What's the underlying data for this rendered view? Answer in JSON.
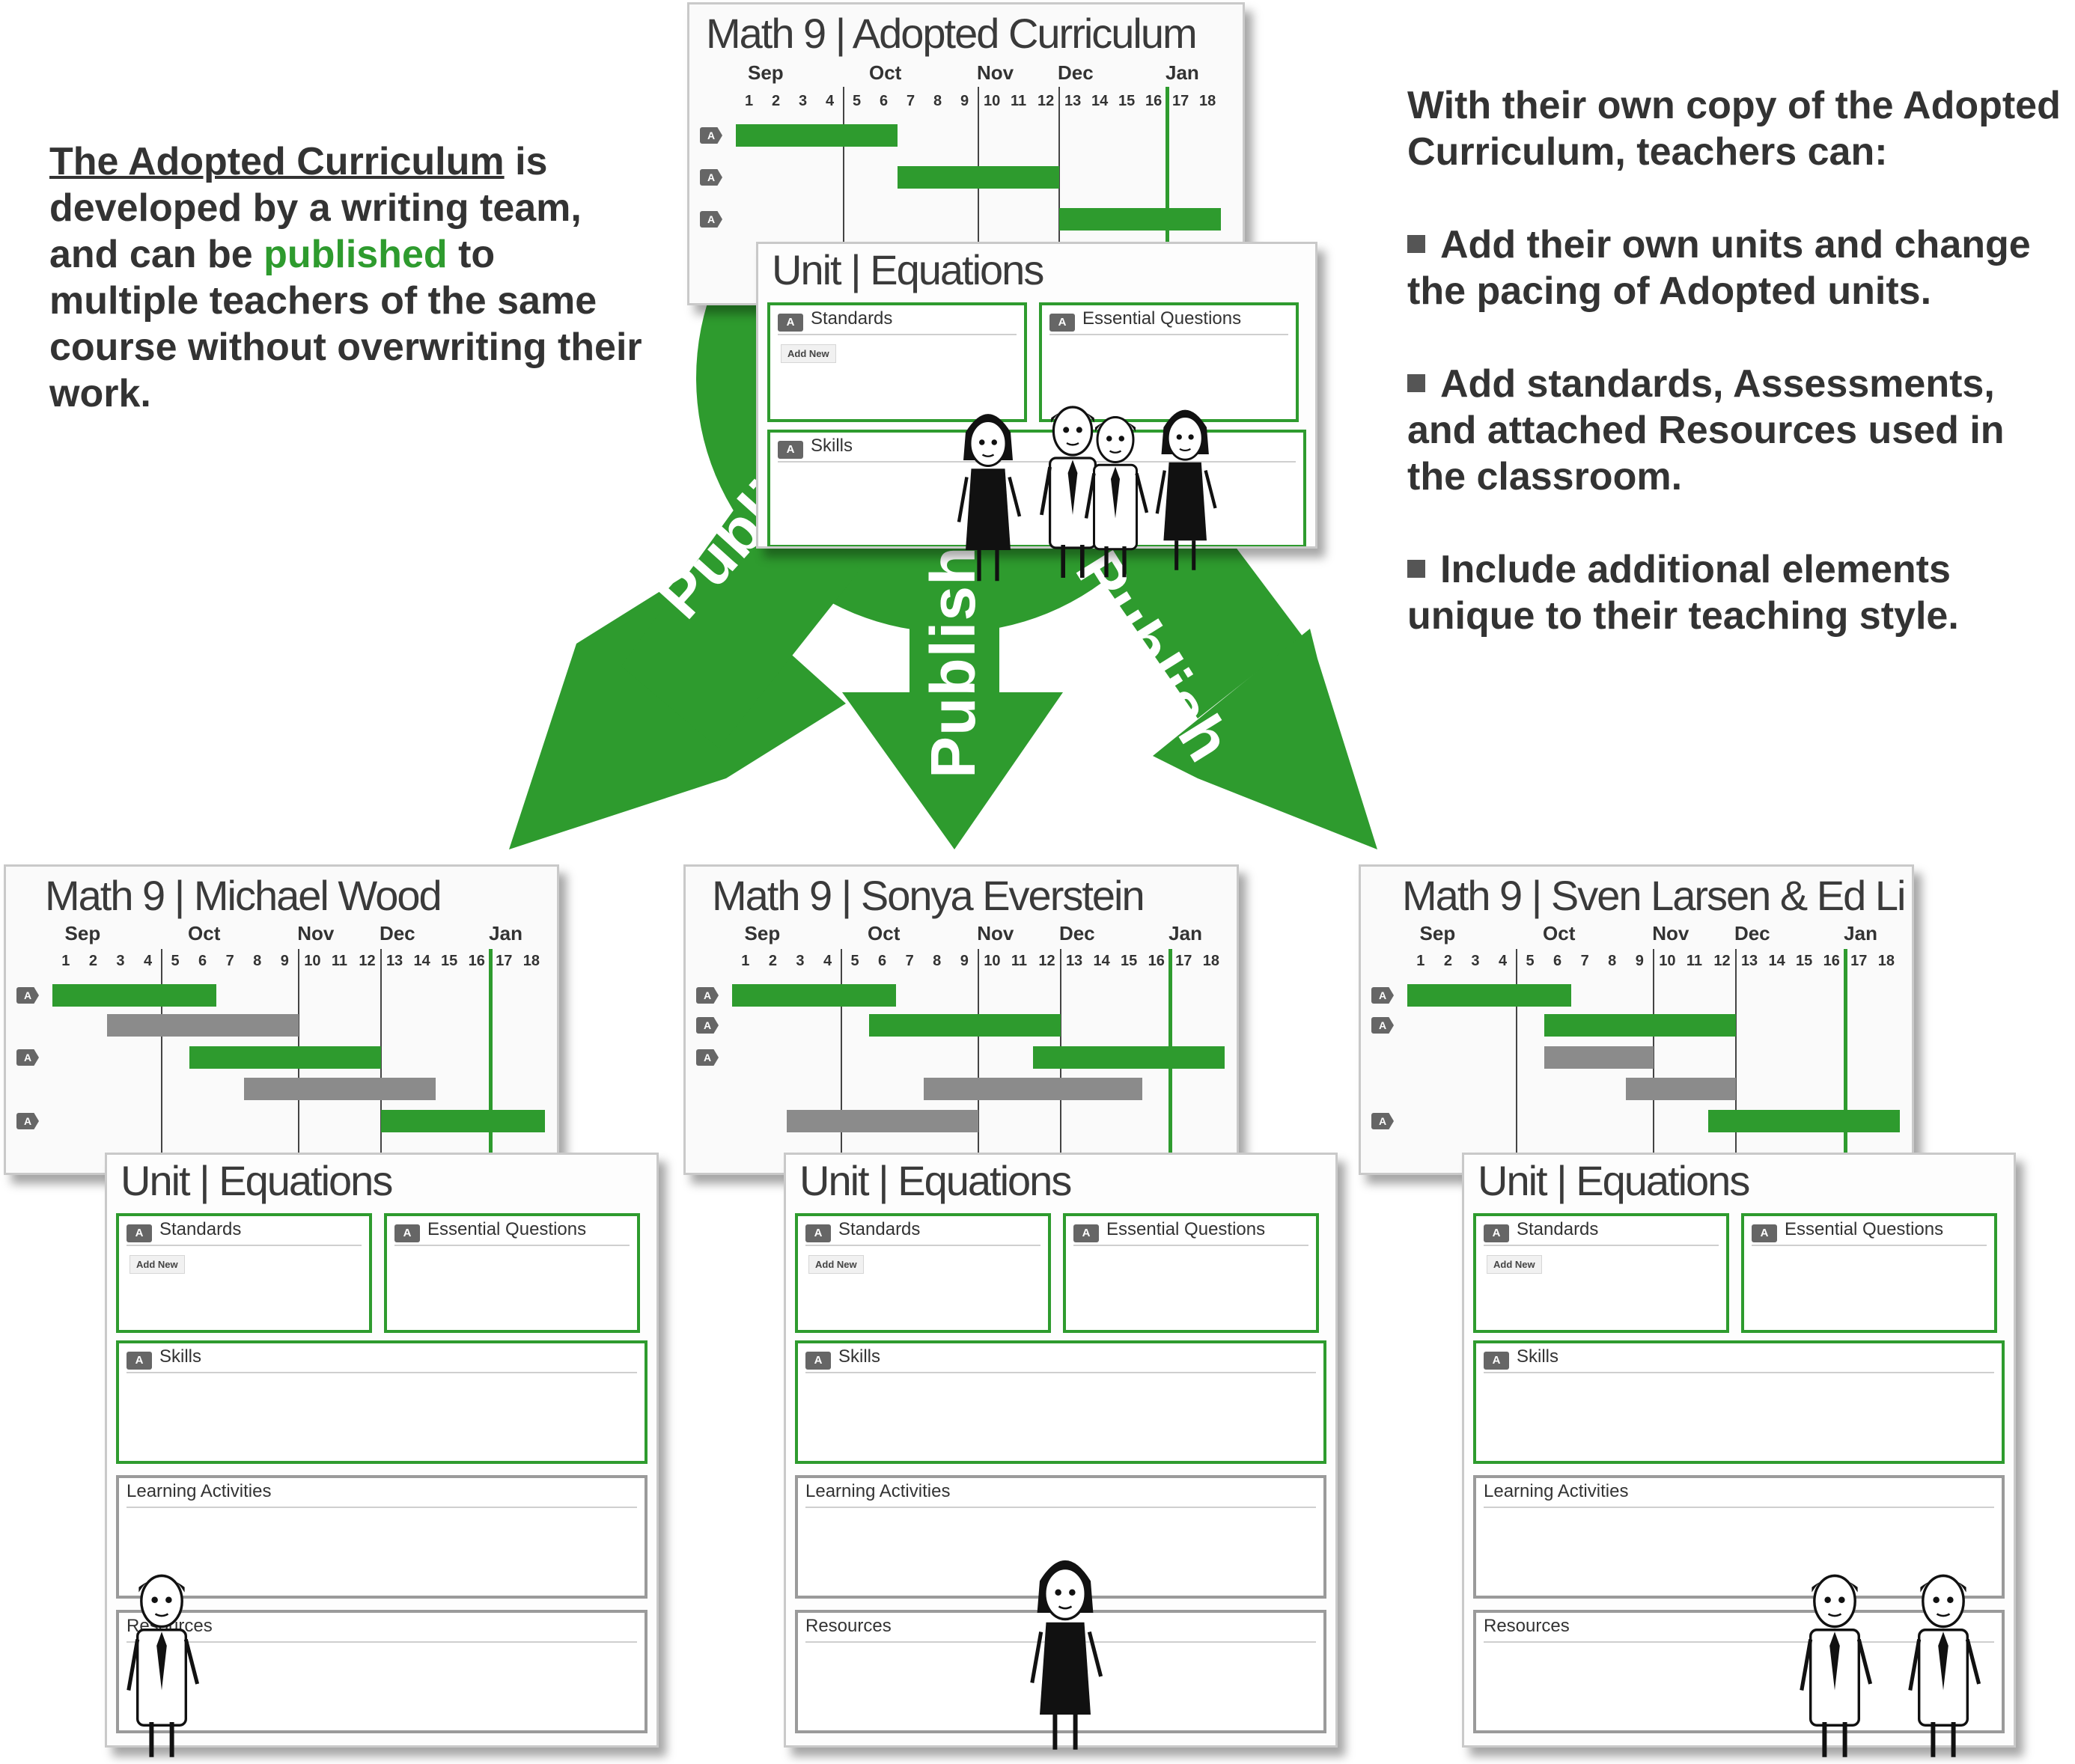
{
  "intro": {
    "title": "The Adopted Curriculum",
    "t1": " is developed by a writing team, and can be ",
    "published": "published",
    "t2": " to multiple teachers of the same course without overwriting their work."
  },
  "side": {
    "intro": "With their own copy of the Adopted Curriculum, teachers can:",
    "bullets": [
      "Add their own units and change the pacing of Adopted units.",
      "Add standards, Assessments, and attached Resources used in the classroom.",
      "Include additional elements unique to their teaching style."
    ]
  },
  "publish_label": "Publish",
  "calendar": {
    "months": [
      "Sep",
      "Oct",
      "Nov",
      "Dec",
      "Jan"
    ],
    "weeks": [
      "1",
      "2",
      "3",
      "4",
      "5",
      "6",
      "7",
      "8",
      "9",
      "10",
      "11",
      "12",
      "13",
      "14",
      "15",
      "16",
      "17",
      "18"
    ]
  },
  "badge": "A",
  "unit": {
    "title": "Unit | Equations",
    "standards": "Standards",
    "essential_questions": "Essential Questions",
    "skills": "Skills",
    "learning_activities": "Learning Activities",
    "resources": "Resources",
    "add_new": "Add New"
  },
  "calendars": [
    {
      "title": "Math 9 | Adopted Curriculum",
      "bars": [
        {
          "row": 0,
          "start": 1,
          "end": 6,
          "color": "green"
        },
        {
          "row": 1,
          "start": 7,
          "end": 12,
          "color": "green"
        },
        {
          "row": 2,
          "start": 13,
          "end": 18,
          "color": "green"
        }
      ],
      "badge_rows": [
        0,
        1,
        2
      ]
    },
    {
      "title": "Math 9 | Michael Wood",
      "bars": [
        {
          "row": 0,
          "start": 1,
          "end": 6,
          "color": "green"
        },
        {
          "row": 1,
          "start": 3,
          "end": 9,
          "color": "gray"
        },
        {
          "row": 2,
          "start": 6,
          "end": 12,
          "color": "green"
        },
        {
          "row": 3,
          "start": 8,
          "end": 14,
          "color": "gray"
        },
        {
          "row": 4,
          "start": 13,
          "end": 18,
          "color": "green"
        }
      ],
      "badge_rows": [
        0,
        2,
        4
      ]
    },
    {
      "title": "Math 9 | Sonya Everstein",
      "bars": [
        {
          "row": 0,
          "start": 1,
          "end": 6,
          "color": "green"
        },
        {
          "row": 1,
          "start": 6,
          "end": 12,
          "color": "green"
        },
        {
          "row": 2,
          "start": 12,
          "end": 18,
          "color": "green"
        },
        {
          "row": 3,
          "start": 8,
          "end": 15,
          "color": "gray"
        },
        {
          "row": 4,
          "start": 3,
          "end": 9,
          "color": "gray"
        }
      ],
      "badge_rows": [
        0,
        1,
        2
      ]
    },
    {
      "title": "Math 9 | Sven Larsen & Ed Li",
      "bars": [
        {
          "row": 0,
          "start": 1,
          "end": 6,
          "color": "green"
        },
        {
          "row": 1,
          "start": 6,
          "end": 12,
          "color": "green"
        },
        {
          "row": 2,
          "start": 6,
          "end": 9,
          "color": "gray"
        },
        {
          "row": 3,
          "start": 9,
          "end": 12,
          "color": "gray"
        },
        {
          "row": 4,
          "start": 12,
          "end": 18,
          "color": "green"
        }
      ],
      "badge_rows": [
        0,
        1,
        4
      ]
    }
  ],
  "colors": {
    "accent": "#2e9b2e",
    "gray_bar": "#8b8b8b",
    "text": "#333333"
  }
}
